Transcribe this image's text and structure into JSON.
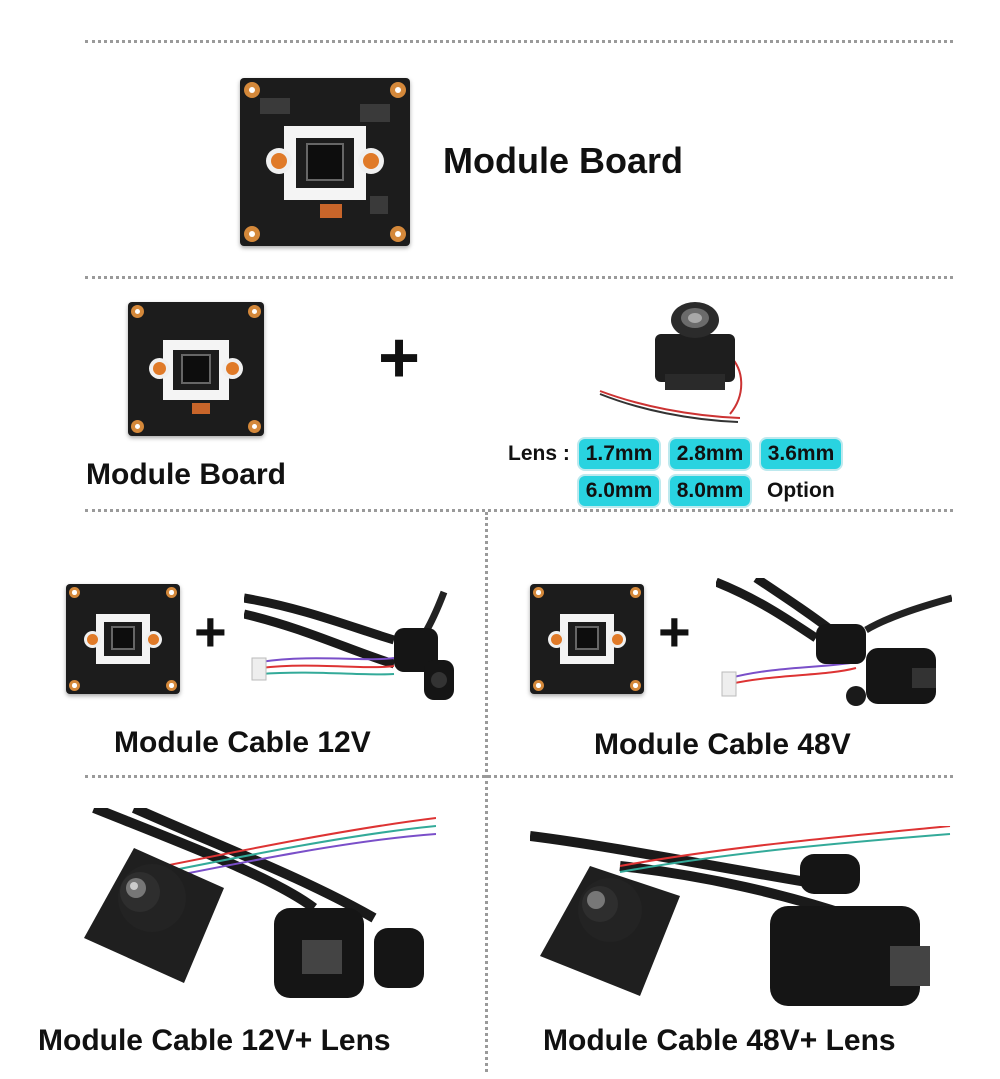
{
  "sections": {
    "module_board": {
      "title": "Module Board"
    },
    "module_lens": {
      "board_title": "Module Board",
      "plus": "+",
      "lens_label": "Lens :",
      "lens_options": [
        "1.7mm",
        "2.8mm",
        "3.6mm",
        "6.0mm",
        "8.0mm"
      ],
      "option_label": "Option"
    },
    "cable_12v": {
      "title": "Module Cable 12V",
      "plus": "+"
    },
    "cable_48v": {
      "title": "Module Cable 48V",
      "plus": "+"
    },
    "cable_12v_lens": {
      "title": "Module Cable 12V+ Lens"
    },
    "cable_48v_lens": {
      "title": "Module Cable 48V+ Lens"
    }
  },
  "colors": {
    "badge": "#29d3e0",
    "board": "#1c1c1c",
    "pad": "#d4883a",
    "divider": "#9a9a9a"
  }
}
